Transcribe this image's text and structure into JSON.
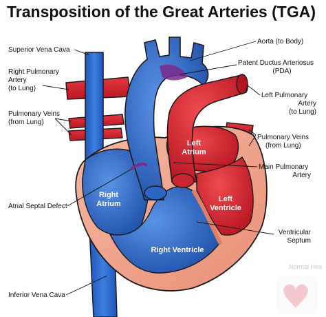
{
  "title": "Transposition of the Great Arteries (TGA)",
  "labels": {
    "superior_vena_cava": "Superior Vena Cava",
    "right_pulmonary_artery": [
      "Right Pulmonary",
      "Artery",
      "(to Lung)"
    ],
    "pulmonary_veins_left_side": [
      "Pulmonary Veins",
      "(from Lung)"
    ],
    "atrial_septal_defect": "Atrial Septal Defect",
    "inferior_vena_cava": "Inferior Vena Cava",
    "aorta": "Aorta (to Body)",
    "pda": [
      "Patent Ductus Arteriosus",
      "(PDA)"
    ],
    "left_pulmonary_artery": [
      "Left Pulmonary",
      "Artery",
      "(to Lung)"
    ],
    "pulmonary_veins_right_side": [
      "Pulmonary Veins",
      "(from Lung)"
    ],
    "main_pulmonary_artery": [
      "Main Pulmonary",
      "Artery"
    ],
    "ventricular_septum": [
      "Ventricular",
      "Septum"
    ]
  },
  "chambers": {
    "right_atrium": [
      "Right",
      "Atrium"
    ],
    "left_atrium": [
      "Left",
      "Atrium"
    ],
    "left_ventricle": [
      "Left",
      "Ventricle"
    ],
    "right_ventricle": "Right Ventricle"
  },
  "watermark": "Normal Hea",
  "colors": {
    "deoxygenated_blue": "#2a67c8",
    "oxygenated_red": "#d92b35",
    "myocardium": "#f3a48c",
    "outline": "#1a1a1a"
  }
}
